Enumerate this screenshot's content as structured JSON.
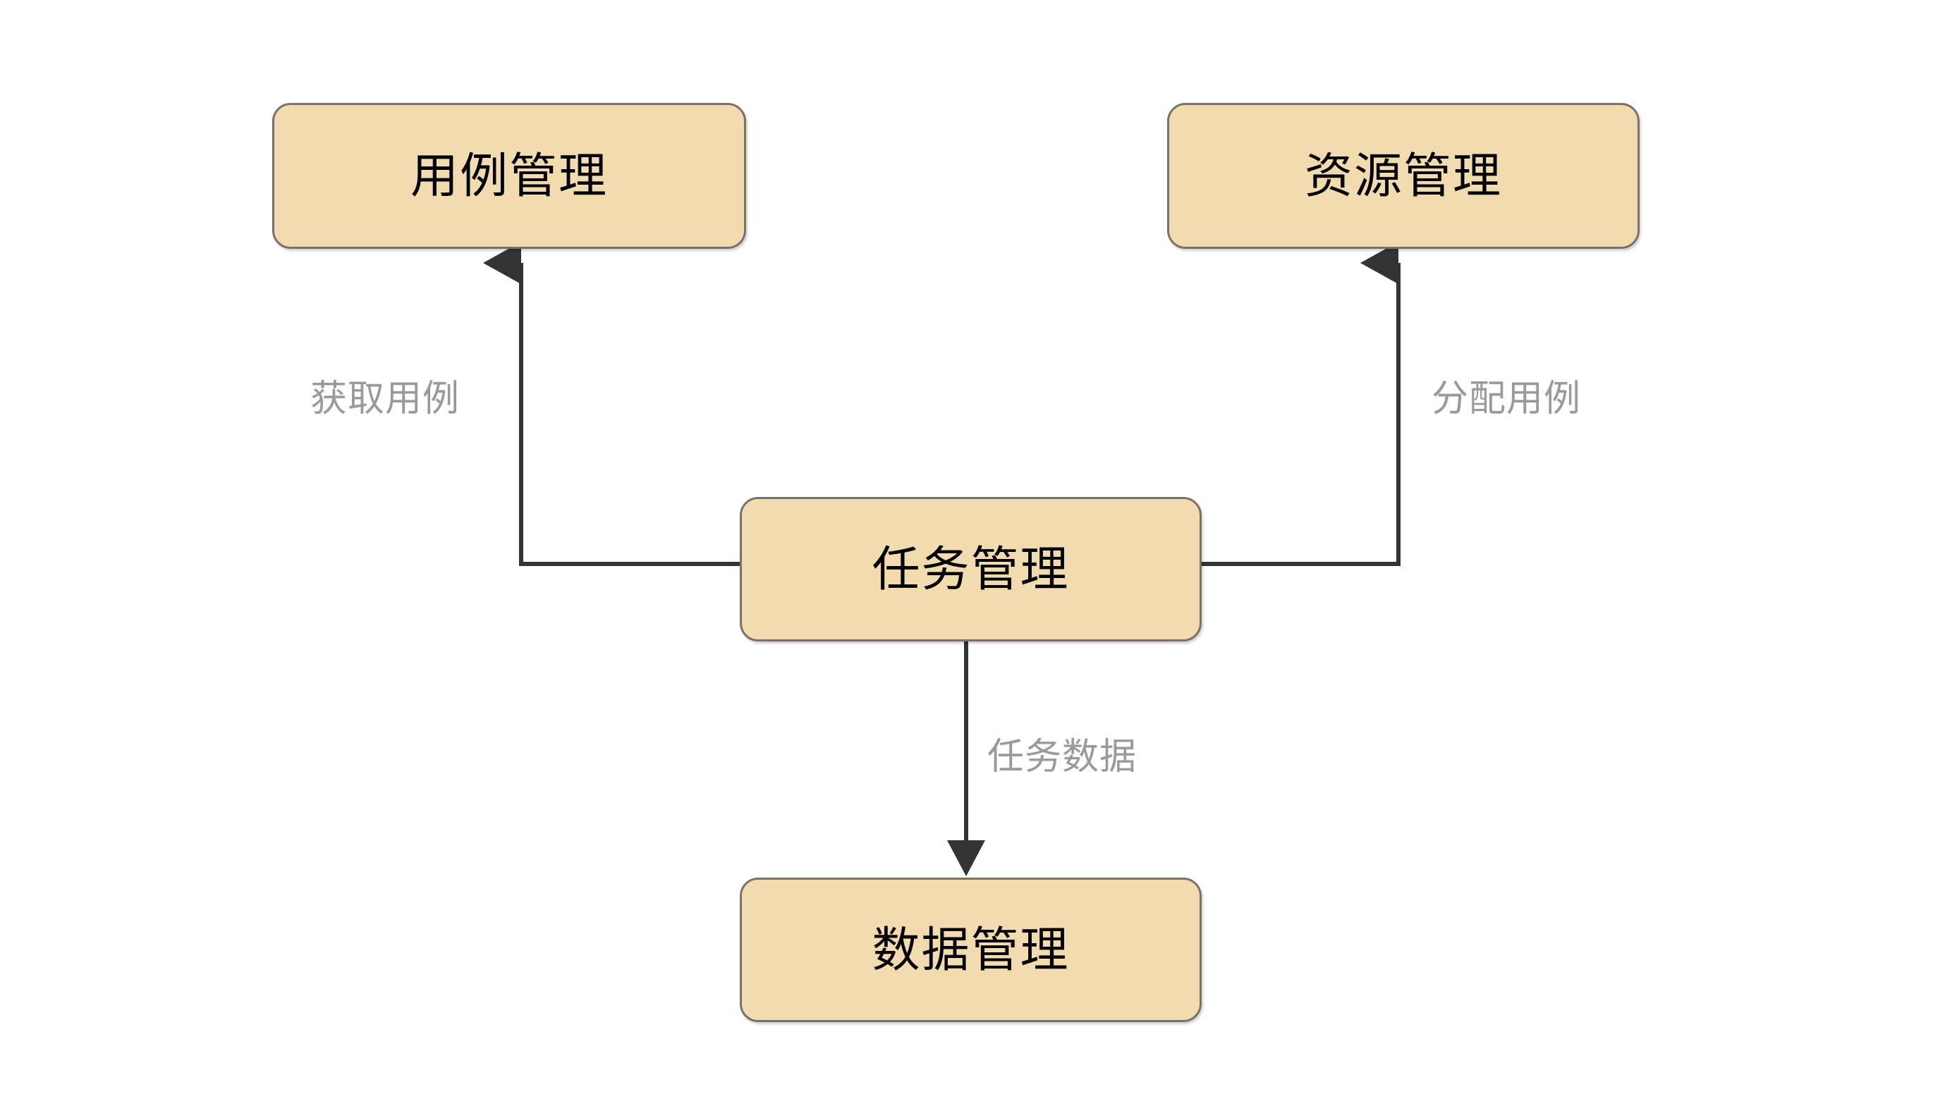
{
  "diagram": {
    "type": "flowchart",
    "background_color": "#FFFFFF",
    "node_fill_color": "#F2DCAF",
    "node_border_color": "#7A7168",
    "node_text_color": "#000000",
    "edge_color": "#333333",
    "edge_label_color": "#9A9A9A",
    "nodes": [
      {
        "id": "usecase",
        "label": "用例管理"
      },
      {
        "id": "resource",
        "label": "资源管理"
      },
      {
        "id": "task",
        "label": "任务管理"
      },
      {
        "id": "data",
        "label": "数据管理"
      }
    ],
    "edges": [
      {
        "id": "task-to-usecase",
        "from": "任务管理",
        "to": "用例管理",
        "label": "获取用例"
      },
      {
        "id": "task-to-resource",
        "from": "任务管理",
        "to": "资源管理",
        "label": "分配用例"
      },
      {
        "id": "task-to-data",
        "from": "任务管理",
        "to": "数据管理",
        "label": "任务数据"
      }
    ]
  }
}
